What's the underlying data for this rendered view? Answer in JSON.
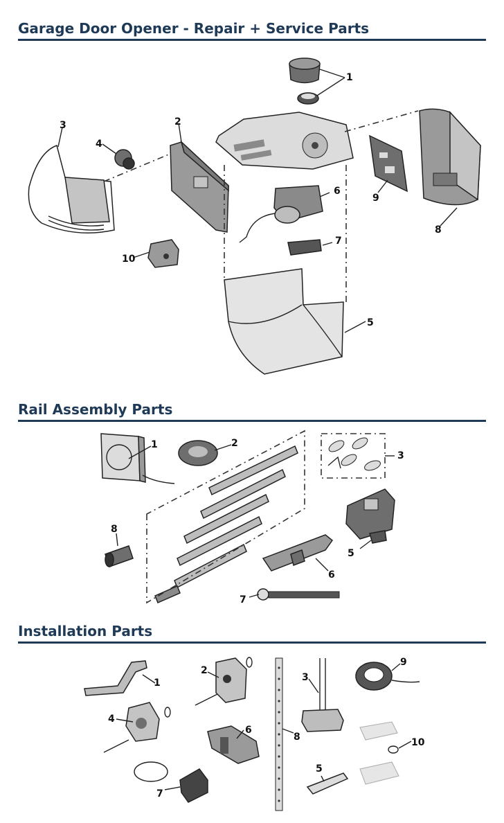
{
  "sections": {
    "opener": {
      "title": "Garage Door Opener - Repair + Service Parts",
      "callouts": [
        "1",
        "2",
        "3",
        "4",
        "5",
        "6",
        "7",
        "8",
        "9",
        "10"
      ]
    },
    "rail": {
      "title": "Rail Assembly Parts",
      "callouts": [
        "1",
        "2",
        "3",
        "5",
        "6",
        "7",
        "8"
      ]
    },
    "install": {
      "title": "Installation Parts",
      "callouts": [
        "1",
        "2",
        "3",
        "4",
        "5",
        "6",
        "7",
        "8",
        "9",
        "10"
      ]
    }
  },
  "colors": {
    "heading": "#1f3a56",
    "part_fill": "#c4c4c4",
    "part_dark": "#6e6e6e"
  }
}
